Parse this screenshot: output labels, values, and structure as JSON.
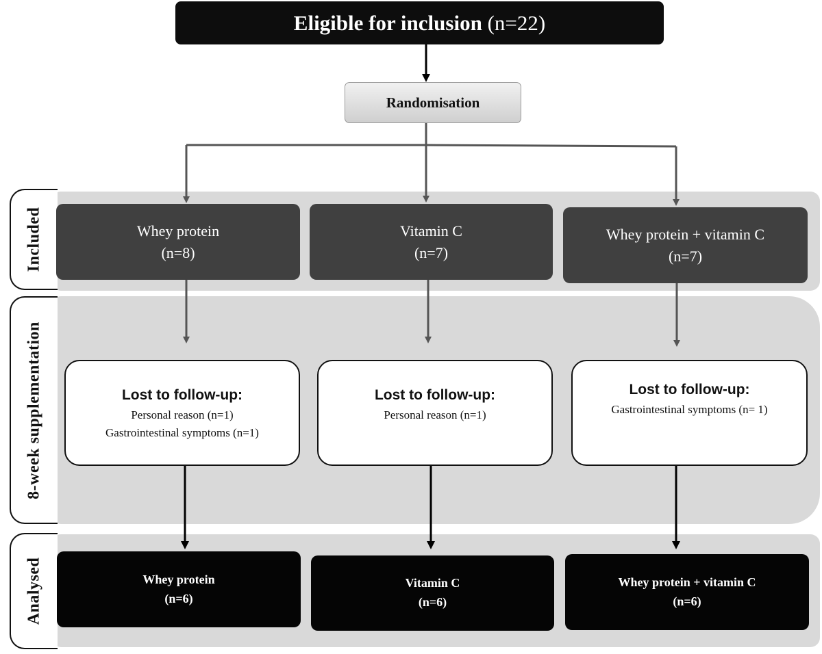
{
  "top": {
    "title": "Eligible for inclusion",
    "count": "(n=22)"
  },
  "randomisation": "Randomisation",
  "stages": {
    "included": "Included",
    "supplementation": "8-week supplementation",
    "analysed": "Analysed"
  },
  "included": [
    {
      "label": "Whey protein",
      "n": "(n=8)"
    },
    {
      "label": "Vitamin  C",
      "n": "(n=7)"
    },
    {
      "label": "Whey protein + vitamin  C",
      "n": "(n=7)"
    }
  ],
  "lost": [
    {
      "title": "Lost to follow-up:",
      "lines": [
        "Personal reason (n=1)",
        "Gastrointestinal  symptoms  (n=1)"
      ]
    },
    {
      "title": "Lost to follow-up:",
      "lines": [
        "Personal reason (n=1)"
      ]
    },
    {
      "title": "Lost to follow-up:",
      "lines": [
        "Gastrointestinal  symptoms  (n= 1)"
      ]
    }
  ],
  "analysed": [
    {
      "label": "Whey protein",
      "n": "(n=6)"
    },
    {
      "label": "Vitamin  C",
      "n": "(n=6)"
    },
    {
      "label": "Whey protein + vitamin  C",
      "n": "(n=6)"
    }
  ]
}
